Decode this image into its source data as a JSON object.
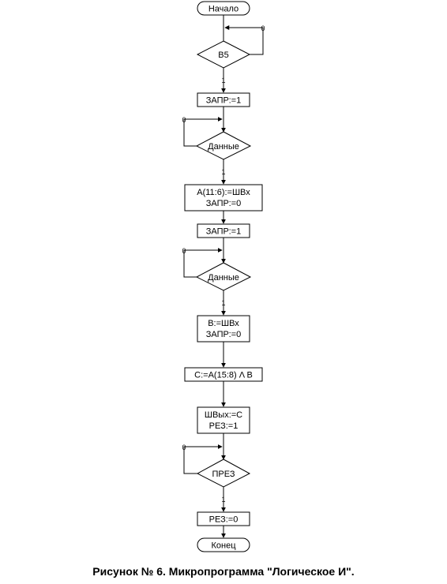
{
  "diagram": {
    "start_label": "Начало",
    "end_label": "Конец",
    "cond_b5": "В5",
    "box_zapr1_a": "ЗАПР:=1",
    "cond_data_a": "Данные",
    "box_a_line1": "A(11:6):=ШВх",
    "box_a_line2": "ЗАПР:=0",
    "box_zapr1_b": "ЗАПР:=1",
    "cond_data_b": "Данные",
    "box_b_line1": "В:=ШВх",
    "box_b_line2": "ЗАПР:=0",
    "box_c": "С:=A(15:8) Λ В",
    "box_out_line1": "ШВых:=С",
    "box_out_line2": "РЕЗ:=1",
    "cond_prez": "ПРЕЗ",
    "box_rez0": "РЕЗ:=0",
    "label_zero": "0",
    "label_one": "1"
  },
  "caption": "Рисунок № 6. Микропрограмма \"Логическое И\"."
}
